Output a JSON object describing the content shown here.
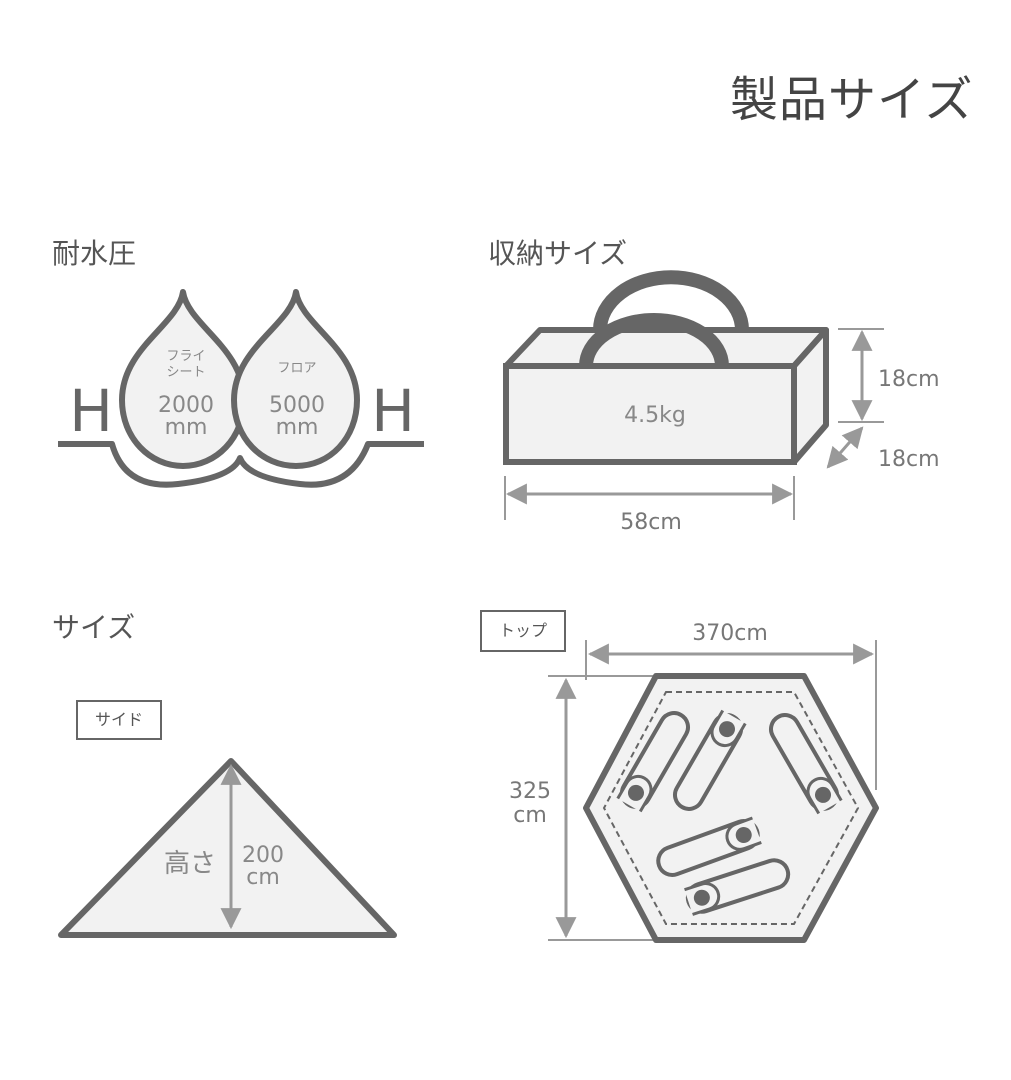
{
  "page_title": "製品サイズ",
  "colors": {
    "line": "#666666",
    "fill": "#f2f2f2",
    "text": "#555555",
    "dim": "#999999"
  },
  "water": {
    "title": "耐水圧",
    "h_label": "H",
    "fly": {
      "label_line1": "フライ",
      "label_line2": "シート",
      "value": "2000",
      "unit": "mm"
    },
    "floor": {
      "label": "フロア",
      "value": "5000",
      "unit": "mm"
    }
  },
  "storage": {
    "title": "収納サイズ",
    "weight": "4.5kg",
    "height": "18cm",
    "depth": "18cm",
    "width": "58cm"
  },
  "size": {
    "title": "サイズ",
    "side": {
      "tag": "サイド",
      "label": "高さ",
      "value": "200",
      "unit": "cm"
    },
    "top": {
      "tag": "トップ",
      "width": "370cm",
      "depth_value": "325",
      "depth_unit": "cm"
    }
  }
}
